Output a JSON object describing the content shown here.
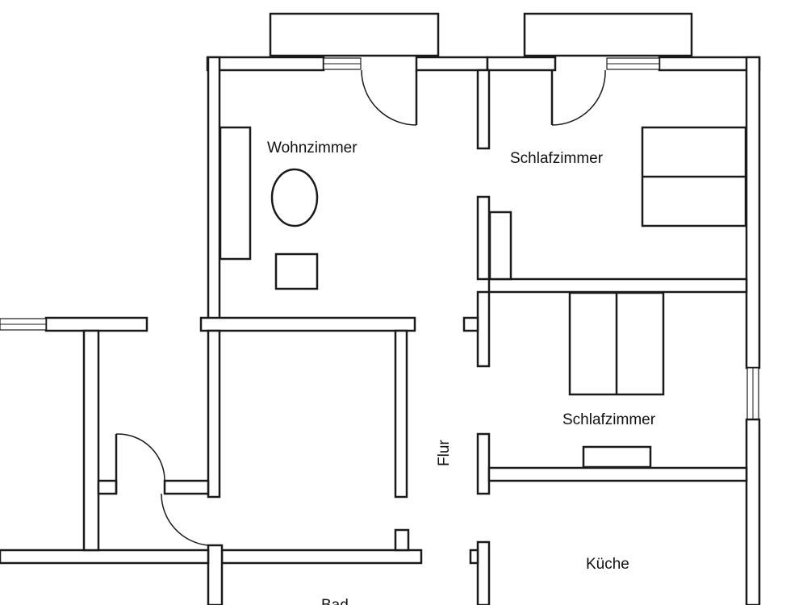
{
  "rooms": {
    "wohnzimmer": "Wohnzimmer",
    "schlafzimmer_1": "Schlafzimmer",
    "schlafzimmer_2": "Schlafzimmer",
    "flur": "Flur",
    "kueche": "Küche",
    "bad": "Bad"
  }
}
